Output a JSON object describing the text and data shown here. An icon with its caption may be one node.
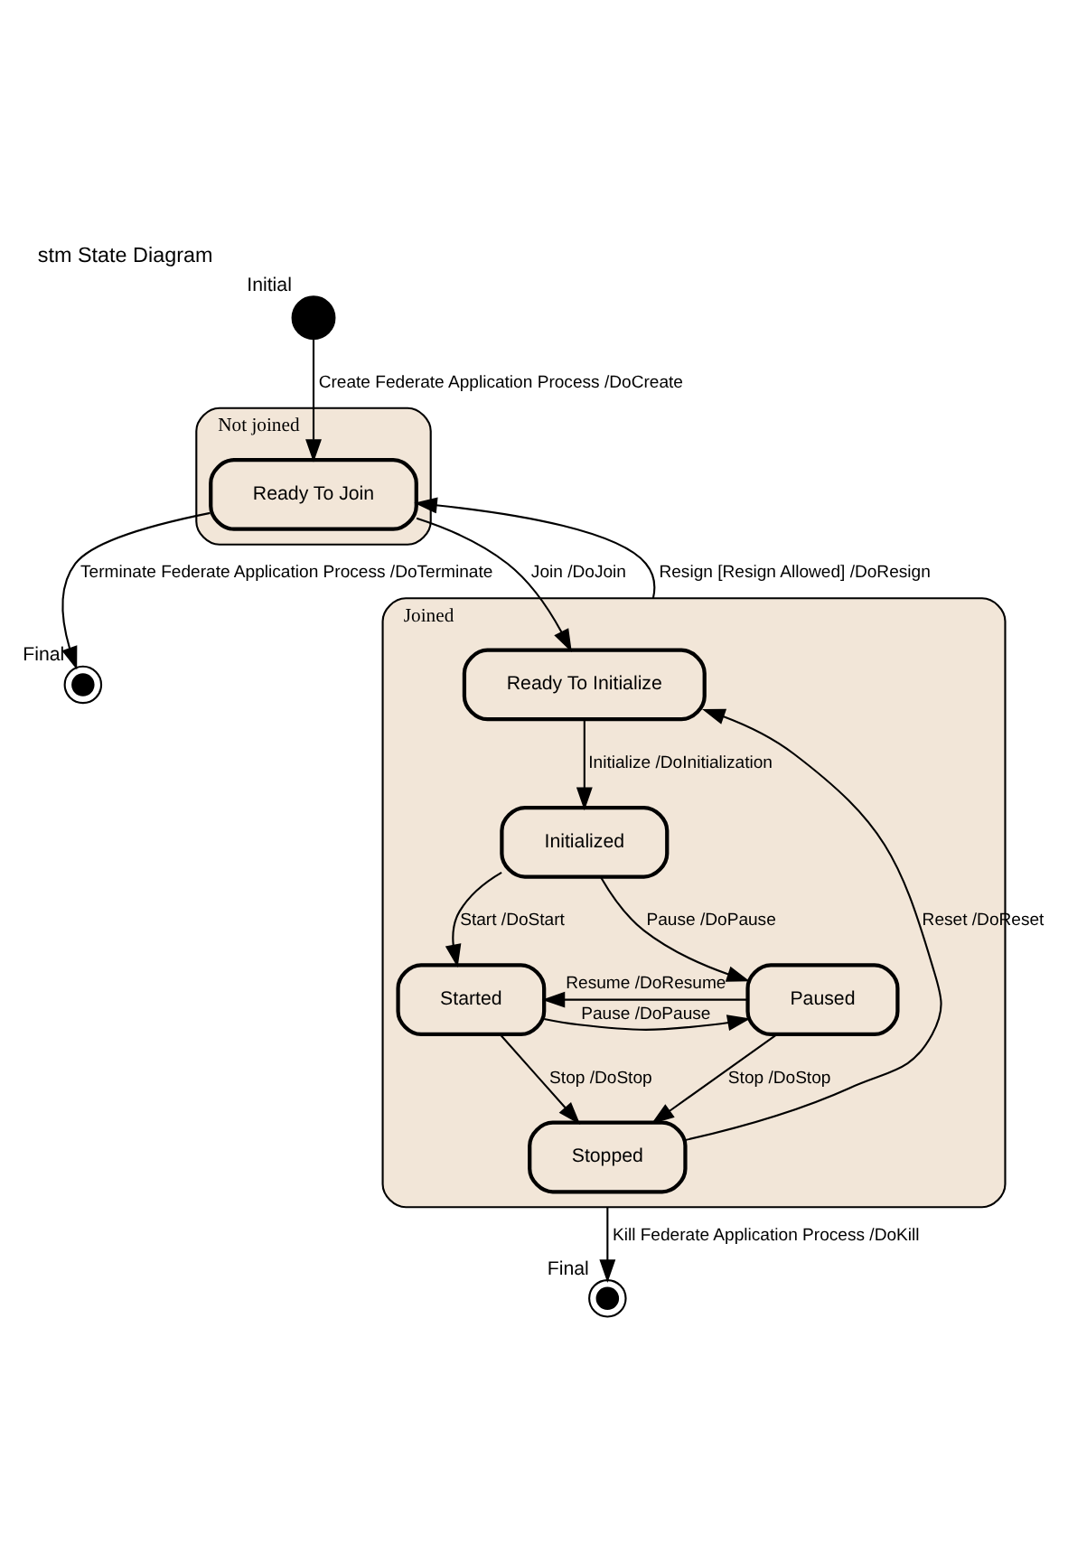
{
  "diagram": {
    "title": "stm State Diagram",
    "nodes": [
      {
        "text": [],
        "shape": "circle",
        "beside": [
          "Initial"
        ]
      },
      {
        "text": [
          "Not joined"
        ]
      },
      {
        "text": [
          "Ready To Join"
        ],
        "in": 1
      },
      {
        "text": [],
        "shape": "circle",
        "beside": [
          "Final"
        ]
      },
      {
        "text": [
          "Joined"
        ]
      },
      {
        "text": [
          "Ready To Initialize"
        ],
        "in": 4
      },
      {
        "text": [
          "Initialized"
        ],
        "in": 4
      },
      {
        "text": [
          "Started"
        ],
        "in": 4
      },
      {
        "text": [
          "Paused"
        ],
        "in": 4
      },
      {
        "text": [
          "Stopped"
        ],
        "in": 4
      },
      {
        "text": [],
        "shape": "circle",
        "beside": [
          "Final"
        ]
      }
    ],
    "edges": [
      {
        "from": 0,
        "to": 2,
        "arrow": "to",
        "label": "Create Federate Application Process /DoCreate"
      },
      {
        "from": 2,
        "to": 3,
        "arrow": "to",
        "label": "Terminate Federate Application Process /DoTerminate"
      },
      {
        "from": 2,
        "to": 5,
        "arrow": "to",
        "label": "Join /DoJoin"
      },
      {
        "from": 4,
        "to": 2,
        "arrow": "to",
        "label": "Resign [Resign Allowed] /DoResign"
      },
      {
        "from": 5,
        "to": 6,
        "arrow": "to",
        "label": "Initialize /DoInitialization"
      },
      {
        "from": 6,
        "to": 7,
        "arrow": "to",
        "label": "Start /DoStart"
      },
      {
        "from": 6,
        "to": 8,
        "arrow": "to",
        "label": "Pause /DoPause"
      },
      {
        "from": 7,
        "to": 8,
        "arrow": "to",
        "label": "Pause /DoPause"
      },
      {
        "from": 8,
        "to": 7,
        "arrow": "to",
        "label": "Resume /DoResume"
      },
      {
        "from": 7,
        "to": 9,
        "arrow": "to",
        "label": "Stop /DoStop"
      },
      {
        "from": 8,
        "to": 9,
        "arrow": "to",
        "label": "Stop /DoStop"
      },
      {
        "from": 9,
        "to": 5,
        "arrow": "to",
        "label": "Reset /DoReset"
      },
      {
        "from": 4,
        "to": 10,
        "arrow": "to",
        "label": "Kill Federate Application Process /DoKill"
      }
    ]
  }
}
